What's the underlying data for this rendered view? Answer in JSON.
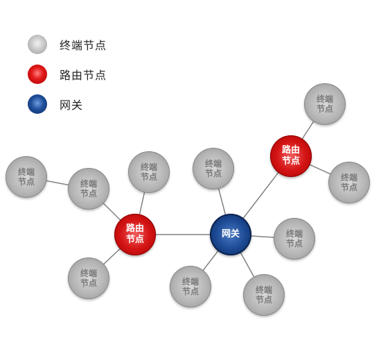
{
  "legend": {
    "terminal_label": "终端节点",
    "router_label": "路由节点",
    "gateway_label": "网关"
  },
  "nodes": {
    "terminal": "终端",
    "terminal_sub": "节点",
    "router": "路由",
    "router_sub": "节点",
    "gateway": "网关"
  },
  "colors": {
    "terminal": "#b5b5b5",
    "router": "#d41414",
    "gateway": "#1c4a94",
    "edge": "#808080"
  }
}
